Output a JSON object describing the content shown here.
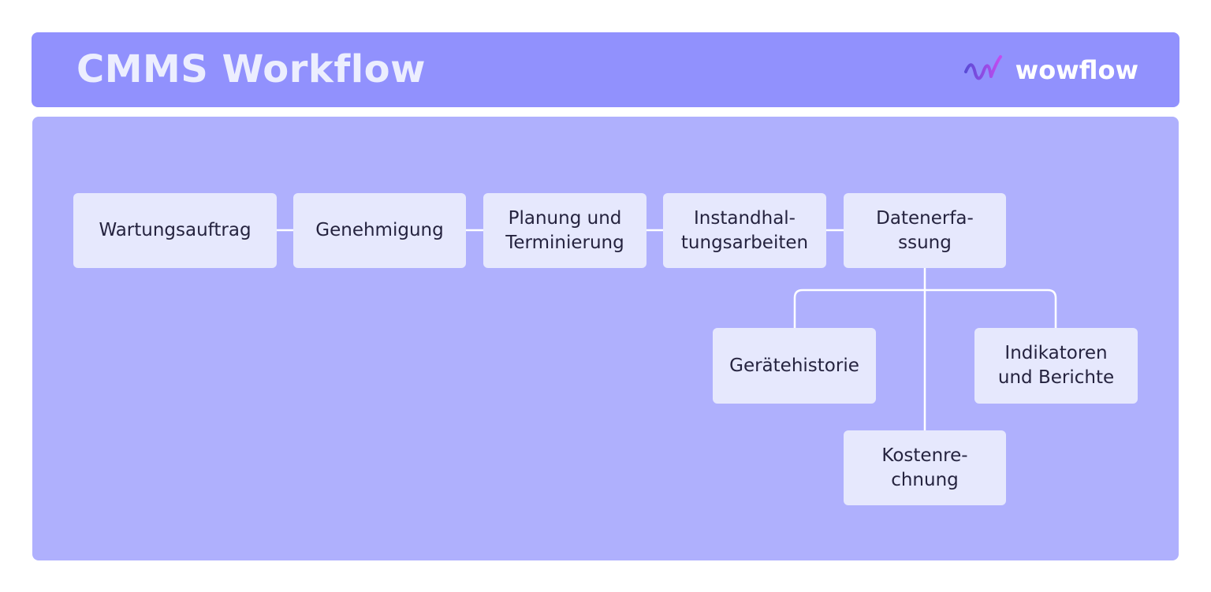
{
  "header": {
    "title": "CMMS Workflow",
    "logo_text": "wowflow",
    "logo_icon": "wave-check-icon"
  },
  "colors": {
    "header_bg": "#9191fd",
    "panel_bg": "#afb0fd",
    "node_bg": "#e6e8fd",
    "node_text": "#25233f",
    "connector": "#ffffff",
    "logo_gradient": [
      "#5a4bd6",
      "#c34cf0"
    ]
  },
  "diagram": {
    "nodes": {
      "wartungsauftrag": "Wartungsauftrag",
      "genehmigung": "Genehmigung",
      "planung": "Planung und\nTerminierung",
      "instandhaltung": "Instandhal-\ntungsarbeiten",
      "datenerfassung": "Datenerfa-\nssung",
      "geraetehistorie": "Gerätehistorie",
      "indikatoren": "Indikatoren\nund Berichte",
      "kostenrechnung": "Kostenre-\nchnung"
    },
    "edges": [
      [
        "wartungsauftrag",
        "genehmigung"
      ],
      [
        "genehmigung",
        "planung"
      ],
      [
        "planung",
        "instandhaltung"
      ],
      [
        "instandhaltung",
        "datenerfassung"
      ],
      [
        "datenerfassung",
        "geraetehistorie"
      ],
      [
        "datenerfassung",
        "indikatoren"
      ],
      [
        "datenerfassung",
        "kostenrechnung"
      ]
    ]
  }
}
